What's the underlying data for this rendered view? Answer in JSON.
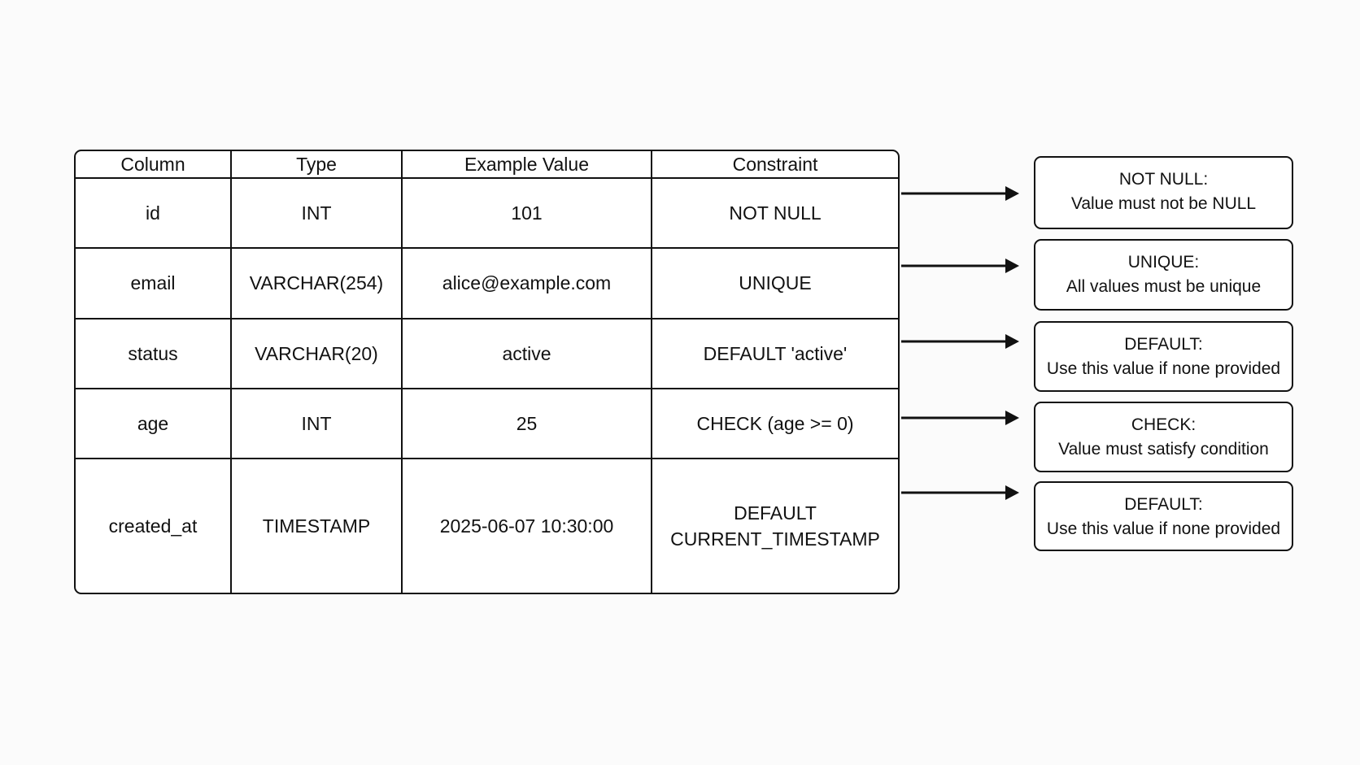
{
  "table": {
    "headers": [
      "Column",
      "Type",
      "Example Value",
      "Constraint"
    ],
    "rows": [
      [
        "id",
        "INT",
        "101",
        "NOT NULL"
      ],
      [
        "email",
        "VARCHAR(254)",
        "alice@example.com",
        "UNIQUE"
      ],
      [
        "status",
        "VARCHAR(20)",
        "active",
        "DEFAULT 'active'"
      ],
      [
        "age",
        "INT",
        "25",
        "CHECK (age >= 0)"
      ],
      [
        "created_at",
        "TIMESTAMP",
        "2025-06-07 10:30:00",
        "DEFAULT\nCURRENT_TIMESTAMP"
      ]
    ]
  },
  "notes": [
    {
      "title": "NOT NULL:",
      "description": "Value must not be NULL"
    },
    {
      "title": "UNIQUE:",
      "description": "All values must be unique"
    },
    {
      "title": "DEFAULT:",
      "description": "Use this value if none provided"
    },
    {
      "title": "CHECK:",
      "description": "Value must satisfy condition"
    },
    {
      "title": "DEFAULT:",
      "description": "Use this value if none provided"
    }
  ],
  "colors": {
    "line": "#111111",
    "background": "#fbfbfb",
    "box_fill": "#ffffff"
  }
}
